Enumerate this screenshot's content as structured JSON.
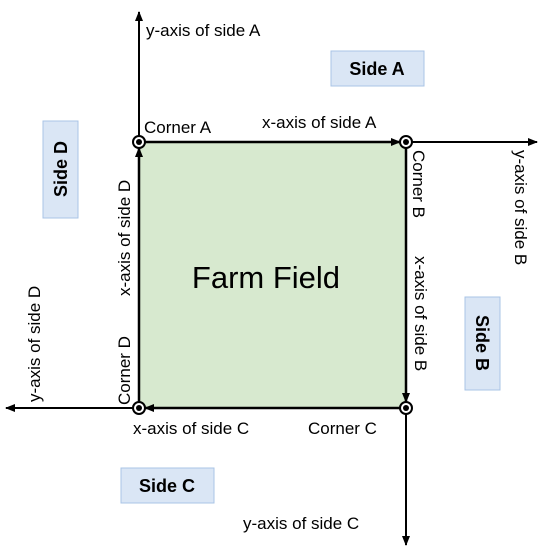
{
  "field": {
    "label": "Farm Field",
    "fill_color": "#d7e9cf"
  },
  "sides": {
    "a": "Side A",
    "b": "Side B",
    "c": "Side C",
    "d": "Side D",
    "box_color": "#dae6f5"
  },
  "corners": {
    "a": "Corner A",
    "b": "Corner B",
    "c": "Corner C",
    "d": "Corner D"
  },
  "axes": {
    "y_side_a": "y-axis of side A",
    "x_side_a": "x-axis of side A",
    "y_side_b": "y-axis of side B",
    "x_side_b": "x-axis of side B",
    "y_side_c": "y-axis of side C",
    "x_side_c": "x-axis of side C",
    "y_side_d": "y-axis of side D",
    "x_side_d": "x-axis of side D"
  }
}
